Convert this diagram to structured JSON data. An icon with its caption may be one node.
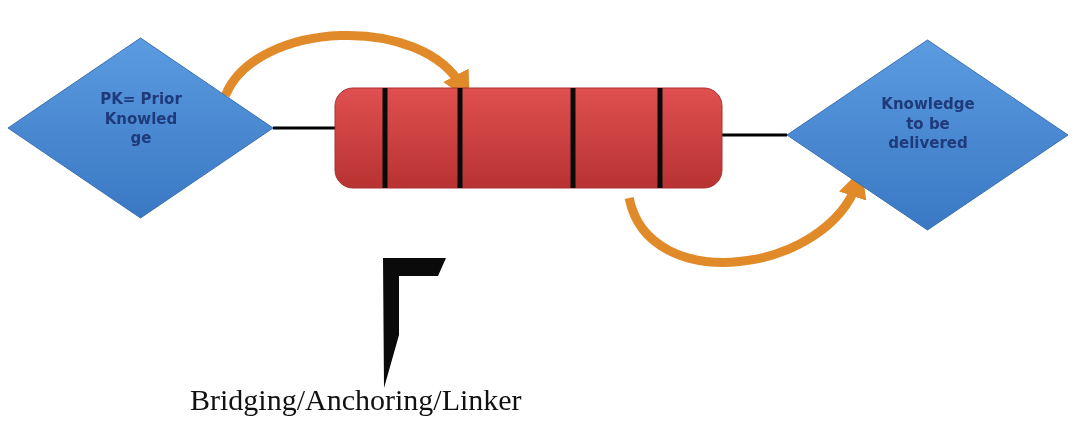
{
  "diagram": {
    "nodes": [
      {
        "text": [
          "PK= Prior Knowled ge"
        ]
      },
      {
        "text": [],
        "shape": "bar"
      },
      {
        "text": [
          "Knowledge to be delivered"
        ]
      }
    ],
    "edges": [
      {
        "from": 0,
        "to": 1,
        "arrow": "none"
      },
      {
        "from": 1,
        "to": 2,
        "arrow": "none"
      },
      {
        "from": 0,
        "to": 1,
        "arrow": "to",
        "style": "thick",
        "color": "#e08a2a"
      },
      {
        "from": 1,
        "to": 2,
        "arrow": "to",
        "style": "thick",
        "color": "#e08a2a"
      }
    ],
    "labels": [
      "Bridging/Anchoring/Linker"
    ]
  }
}
